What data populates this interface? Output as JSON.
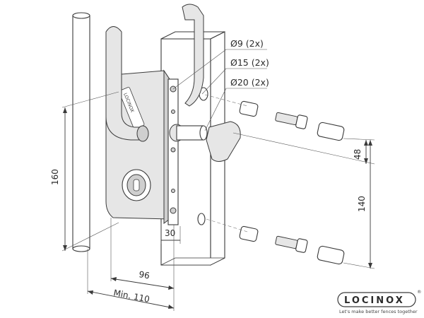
{
  "callouts": {
    "hole_small": "Ø9 (2x)",
    "hole_medium": "Ø15 (2x)",
    "hole_large": "Ø20 (2x)"
  },
  "dimensions": {
    "height_left": "160",
    "depth_profile": "30",
    "width_lock": "96",
    "width_min": "Min. 110",
    "spacing_small": "48",
    "spacing_large": "140"
  },
  "lock_body": {
    "brand_mark": "LOCINOX"
  },
  "brand": {
    "name": "LOCINOX",
    "registered": "®",
    "tagline": "Let's make better fences together"
  }
}
